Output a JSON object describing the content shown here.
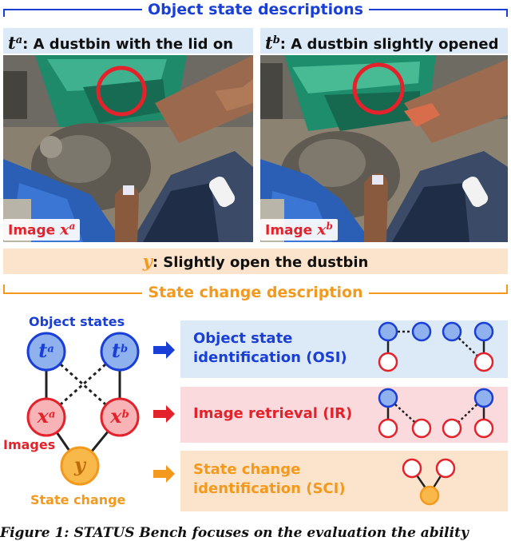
{
  "top_section": {
    "title": "Object state descriptions",
    "left_caption": {
      "var": "t",
      "sup": "a",
      "text": ": A dustbin with the lid on"
    },
    "right_caption": {
      "var": "t",
      "sup": "b",
      "text": ": A dustbin slightly opened"
    },
    "left_image_label": {
      "text": "Image ",
      "var": "x",
      "sup": "a"
    },
    "right_image_label": {
      "text": "Image ",
      "var": "x",
      "sup": "b"
    },
    "change_caption": {
      "var": "y",
      "text": ": Slightly open the dustbin"
    }
  },
  "bottom_section": {
    "title": "State change description",
    "graph_labels": {
      "object_states": "Object states",
      "images": "Images",
      "state_change": "State change"
    },
    "nodes": {
      "ta": {
        "var": "t",
        "sup": "a"
      },
      "tb": {
        "var": "t",
        "sup": "b"
      },
      "xa": {
        "var": "x",
        "sup": "a"
      },
      "xb": {
        "var": "x",
        "sup": "b"
      },
      "y": {
        "var": "y"
      }
    },
    "tasks": [
      {
        "line1": "Object state",
        "line2": "identification (OSI)"
      },
      {
        "line1": "Image retrieval (IR)"
      },
      {
        "line1": "State change",
        "line2": "identification (SCI)"
      }
    ]
  },
  "colors": {
    "blue": "#1a3fd6",
    "red": "#e3222b",
    "orange": "#f39a1e",
    "blue_fill": "#8fb1ee",
    "red_fill": "#f8b3b6",
    "orange_fill": "#f9b94a",
    "panel_blue": "#dce9f7",
    "panel_red": "#fadadd",
    "panel_orange": "#fbe3cc"
  },
  "caption_fragment": "Figure 1: STATUS Bench focuses on the evaluation the ability"
}
